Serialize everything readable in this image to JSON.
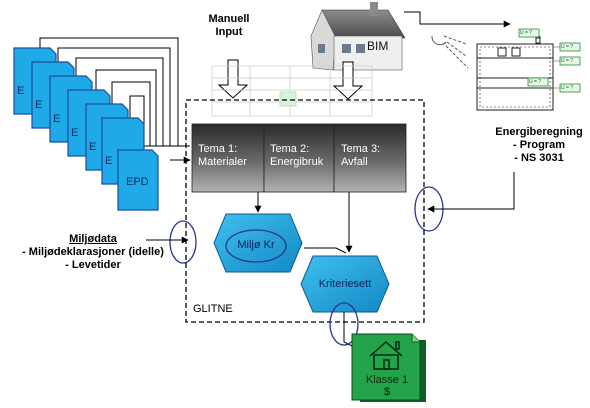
{
  "inputs": {
    "manual_input": [
      "Manuell",
      "Input"
    ],
    "bim_label": "BIM"
  },
  "documents": {
    "front_label": "EPD",
    "back_letter": "E"
  },
  "themes": [
    {
      "line1": "Tema 1:",
      "line2": "Materialer"
    },
    {
      "line1": "Tema 2:",
      "line2": "Energibruk"
    },
    {
      "line1": "Tema 3:",
      "line2": "Avfall"
    }
  ],
  "hexagons": {
    "miljo": "Miljø Kr",
    "kriteriesett": "Kriteriesett"
  },
  "system_label": "GLITNE",
  "output": {
    "class_label": "Klasse 1",
    "symbol": "$"
  },
  "energy": {
    "title": "Energiberegning",
    "items": [
      "- Program",
      "- NS 3031"
    ]
  },
  "building_tags": [
    "U = ?",
    "U = ?",
    "U = ?",
    "U = ?",
    "U = ?"
  ],
  "miljodata": {
    "title": "Miljødata",
    "items": [
      "- Miljødeklarasjoner (idelle)",
      "- Levetider"
    ]
  },
  "colors": {
    "doc_fill": "#1fa9e8",
    "theme_dark": "#333333",
    "theme_light": "#a8a8a8",
    "hex_fill": "#1f9ed6",
    "ellipse_stroke": "#2a3590",
    "green_fill": "#25a34a",
    "green_dark": "#0f6b2a"
  }
}
